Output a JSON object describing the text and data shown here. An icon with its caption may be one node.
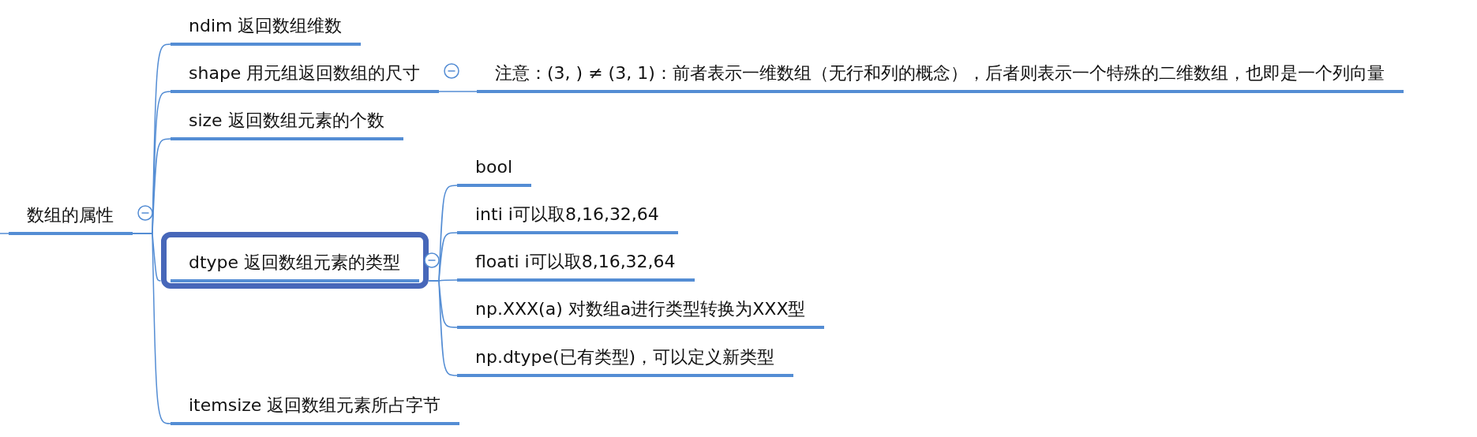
{
  "diagram": {
    "nodes": [
      {
        "text": [
          "数组的属性"
        ]
      },
      {
        "text": [
          "ndim 返回数组维数"
        ]
      },
      {
        "text": [
          "shape 用元组返回数组的尺寸"
        ]
      },
      {
        "text": [
          "注意：(3, ) ≠ (3, 1)：前者表示一维数组（无行和列的概念），后者则表示一个特殊的二维数组，也即是一个列向量"
        ]
      },
      {
        "text": [
          "size 返回数组元素的个数"
        ]
      },
      {
        "text": [
          "dtype 返回数组元素的类型"
        ]
      },
      {
        "text": [
          "bool"
        ]
      },
      {
        "text": [
          "inti i可以取8,16,32,64"
        ]
      },
      {
        "text": [
          "floati i可以取8,16,32,64"
        ]
      },
      {
        "text": [
          "np.XXX(a) 对数组a进行类型转换为XXX型"
        ]
      },
      {
        "text": [
          "np.dtype(已有类型)，可以定义新类型"
        ]
      },
      {
        "text": [
          "itemsize 返回数组元素所占字节"
        ]
      }
    ],
    "edges": [
      {
        "from": null,
        "to": 0,
        "arrow": "none"
      },
      {
        "from": 0,
        "to": 1,
        "arrow": "none"
      },
      {
        "from": 0,
        "to": 2,
        "arrow": "none"
      },
      {
        "from": 2,
        "to": 3,
        "arrow": "none"
      },
      {
        "from": 0,
        "to": 4,
        "arrow": "none"
      },
      {
        "from": 0,
        "to": 5,
        "arrow": "none"
      },
      {
        "from": 5,
        "to": 6,
        "arrow": "none"
      },
      {
        "from": 5,
        "to": 7,
        "arrow": "none"
      },
      {
        "from": 5,
        "to": 8,
        "arrow": "none"
      },
      {
        "from": 5,
        "to": 9,
        "arrow": "none"
      },
      {
        "from": 5,
        "to": 10,
        "arrow": "none"
      },
      {
        "from": 0,
        "to": 11,
        "arrow": "none"
      }
    ]
  }
}
